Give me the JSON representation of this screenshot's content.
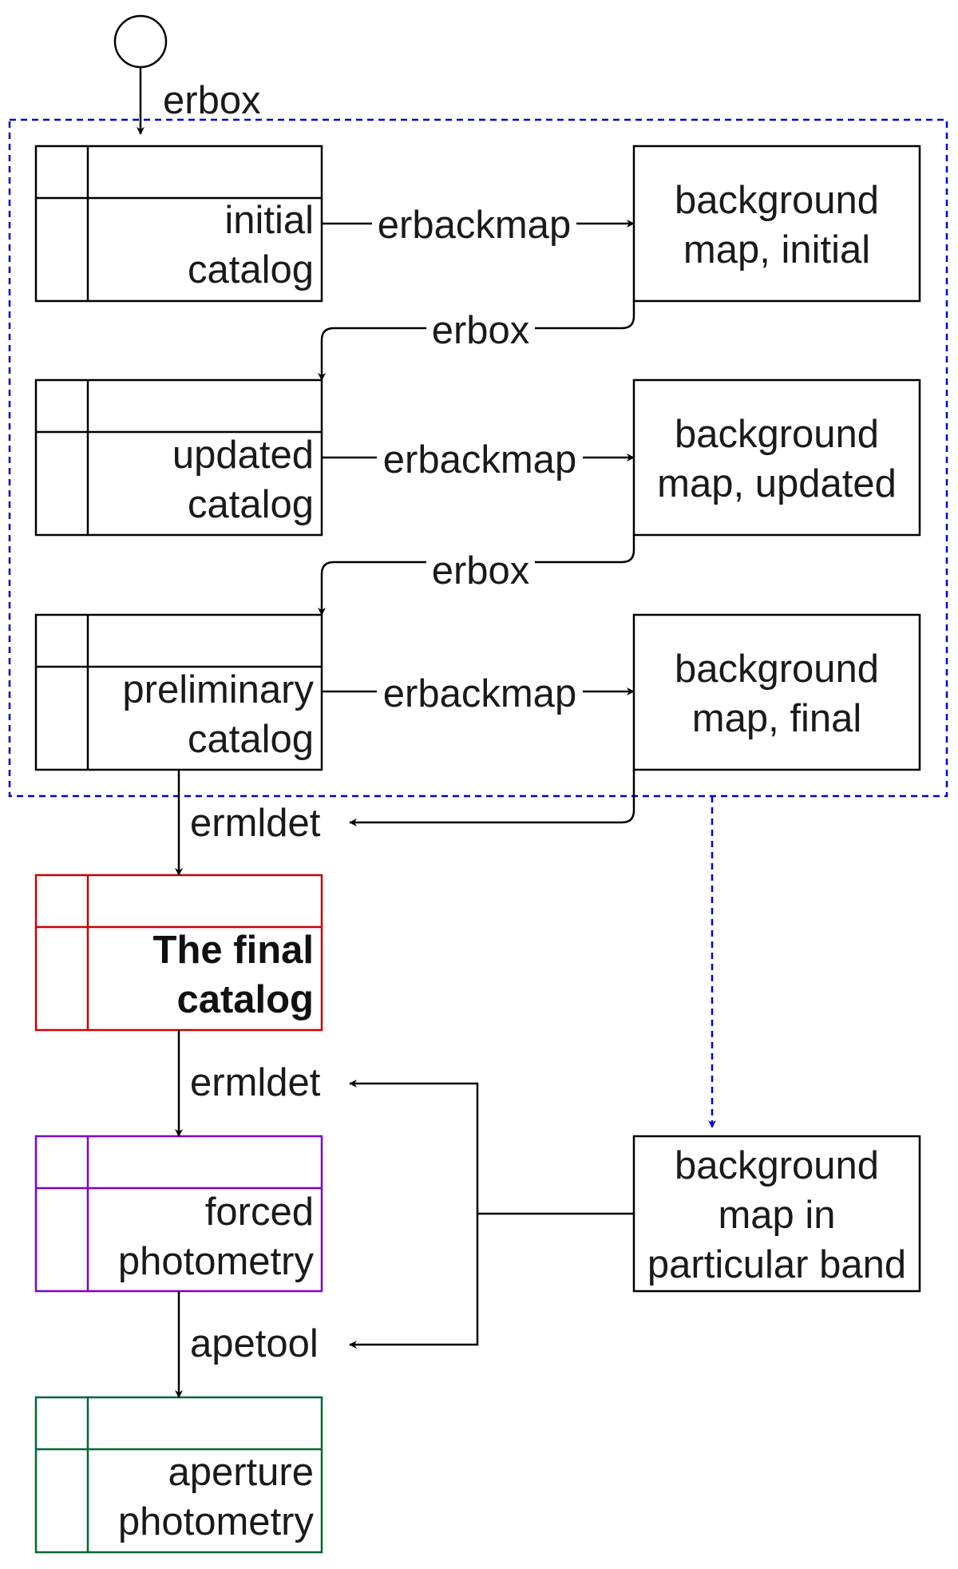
{
  "diagram": {
    "start_edge_label": "erbox",
    "catalogs": {
      "initial": [
        "initial",
        "catalog"
      ],
      "updated": [
        "updated",
        "catalog"
      ],
      "preliminary": [
        "preliminary",
        "catalog"
      ],
      "final": [
        "The final",
        "catalog"
      ],
      "forced": [
        "forced",
        "photometry"
      ],
      "aperture": [
        "aperture",
        "photometry"
      ]
    },
    "backgrounds": {
      "initial": [
        "background",
        "map, initial"
      ],
      "updated": [
        "background",
        "map, updated"
      ],
      "final": [
        "background",
        "map, final"
      ],
      "band": [
        "background",
        "map in",
        "particular band"
      ]
    },
    "edges": {
      "erbackmap_1": "erbackmap",
      "erbackmap_2": "erbackmap",
      "erbackmap_3": "erbackmap",
      "erbox_1": "erbox",
      "erbox_2": "erbox",
      "ermldet_1": "ermldet",
      "ermldet_2": "ermldet",
      "apetool": "apetool"
    },
    "colors": {
      "black": "#000000",
      "final_catalog": "#cc0000",
      "forced_photometry": "#7f00cc",
      "aperture_photometry": "#006633",
      "iteration_group": "#0000cc"
    }
  }
}
